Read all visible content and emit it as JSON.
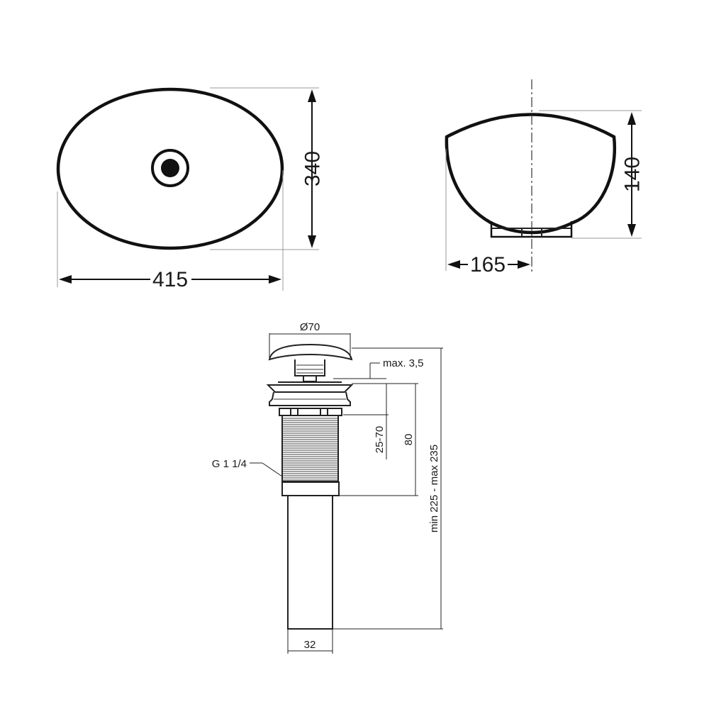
{
  "top_view": {
    "width_label": "415",
    "depth_label": "340"
  },
  "side_view": {
    "height_label": "140",
    "half_width_label": "165"
  },
  "drain": {
    "cap_diameter_label": "Ø70",
    "max_gap_label": "max. 3,5",
    "thread_label": "G 1 1/4",
    "adjust_range_label": "25-70",
    "thread_length_label": "80",
    "total_length_label": "min 225 - max 235",
    "pipe_diameter_label": "32"
  }
}
